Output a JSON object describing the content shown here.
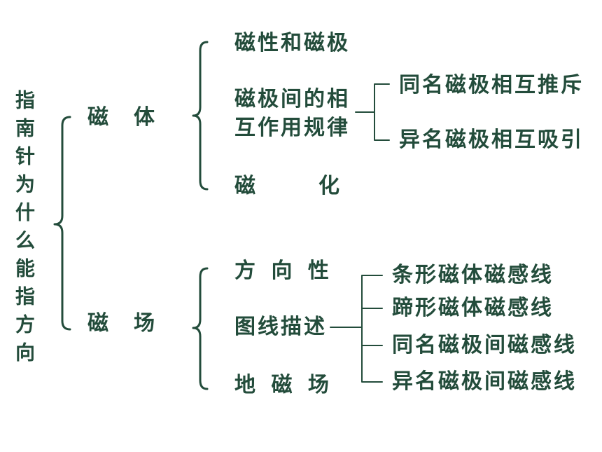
{
  "colors": {
    "text": "#234c3b",
    "background": "#ffffff"
  },
  "root": "指南针为什么能指方向",
  "magnet": {
    "label": "磁　体",
    "items": {
      "poles": "磁性和磁极",
      "interaction_line1": "磁极间的相",
      "interaction_line2": "互作用规律",
      "magnetization": "磁　　化"
    },
    "interaction_rules": [
      "同名磁极相互推斥",
      "异名磁极相互吸引"
    ]
  },
  "field": {
    "label": "磁　场",
    "items": {
      "direction": "方 向 性",
      "diagram": "图线描述",
      "earth": "地 磁 场"
    },
    "field_lines": [
      "条形磁体磁感线",
      "蹄形磁体磁感线",
      "同名磁极间磁感线",
      "异名磁极间磁感线"
    ]
  }
}
